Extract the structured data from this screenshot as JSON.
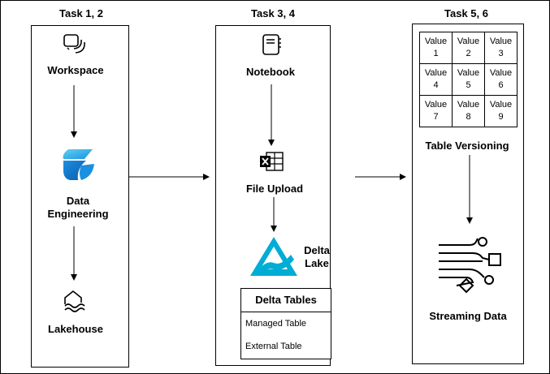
{
  "columns": [
    {
      "title": "Task 1, 2"
    },
    {
      "title": "Task 3, 4"
    },
    {
      "title": "Task 5, 6"
    }
  ],
  "nodes": {
    "workspace": "Workspace",
    "data_engineering": "Data\nEngineering",
    "lakehouse": "Lakehouse",
    "notebook": "Notebook",
    "file_upload": "File Upload",
    "delta_lake": "Delta\nLake",
    "table_versioning": "Table Versioning",
    "streaming_data": "Streaming Data"
  },
  "delta_tables": {
    "title": "Delta Tables",
    "rows": [
      "Managed Table",
      "External Table"
    ]
  },
  "version_grid": [
    [
      "Value 1",
      "Value 2",
      "Value 3"
    ],
    [
      "Value 4",
      "Value 5",
      "Value 6"
    ],
    [
      "Value 7",
      "Value 8",
      "Value 9"
    ]
  ],
  "colors": {
    "fabric_dark": "#0B5CAD",
    "fabric_mid": "#1B8FE0",
    "fabric_light": "#5FD3F3",
    "delta_teal": "#00ADD4",
    "line": "#000000"
  },
  "icons": [
    "workspace-icon",
    "fabric-data-engineering-icon",
    "lakehouse-icon",
    "notebook-icon",
    "excel-file-icon",
    "delta-lake-icon",
    "streaming-data-icon"
  ]
}
